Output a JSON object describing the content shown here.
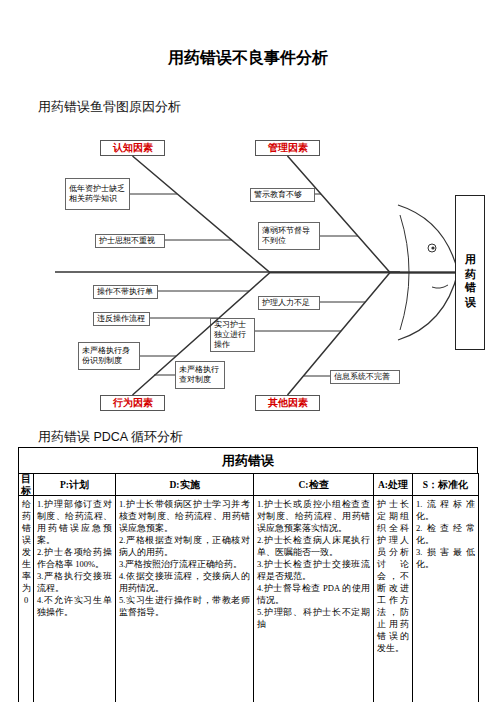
{
  "diagram": {
    "title": "用药错误不良事件分析",
    "nodes": [
      {
        "text": [
          "认知因素"
        ]
      },
      {
        "text": [
          "管理因素"
        ]
      },
      {
        "text": [
          "低年资护士缺乏相关药学知识"
        ]
      },
      {
        "text": [
          "警示教育不够"
        ]
      },
      {
        "text": [
          "护士思想不重视"
        ]
      },
      {
        "text": [
          "薄弱环节督导不到位"
        ]
      },
      {
        "text": [
          "操作不带执行单"
        ]
      },
      {
        "text": [
          "违反操作流程"
        ]
      },
      {
        "text": [
          "护理人力不足"
        ]
      },
      {
        "text": [
          "实习护士独立进行操作"
        ]
      },
      {
        "text": [
          "未严格执行身份识别制度"
        ]
      },
      {
        "text": [
          "未严格执行查对制度"
        ]
      },
      {
        "text": [
          "信息系统不完善"
        ]
      },
      {
        "text": [
          "行为因素"
        ]
      },
      {
        "text": [
          "其他因素"
        ]
      },
      {
        "text": [
          "用药错误"
        ]
      }
    ],
    "edges": [
      {
        "from": 0,
        "to": 15,
        "arrow": "none"
      },
      {
        "from": 1,
        "to": 15,
        "arrow": "none"
      },
      {
        "from": 13,
        "to": 15,
        "arrow": "none"
      },
      {
        "from": 14,
        "to": 15,
        "arrow": "none"
      }
    ],
    "labels": [
      "用药错误鱼骨图原因分析",
      "用药错误 PDCA 循环分析",
      "用药错误",
      "目标",
      "P:计划",
      "D:实施",
      "C:检查",
      "A:处理",
      "S：标准化",
      "给药错误发生率为0",
      "1.护理部修订查对制度、给药流程、用药错误应急预案。",
      "2.护士各项给药操作合格率 100%。",
      "3.严格执行交接班流程。",
      "4.不允许实习生单独操作。",
      "1.护士长带领病区护士学习并考核查对制度、给药流程、用药错误应急预案。",
      "2.严格根据查对制度，正确核对病人的用药。",
      "3.严格按照治疗流程正确给药。",
      "4.依据交接班流程，交接病人的用药情况。",
      "5.实习生进行操作时，带教老师监督指导。",
      "1.护士长或质控小组检查查对制度、给药流程、用药错误应急预案落实情况。",
      "2.护士长检查病人床尾执行单、医嘱能否一致。",
      "3.护士长检查护士交接班流程是否规范。",
      "4.护士督导检查 PDA 的使用情况。",
      "5.护理部、科护士长不定期抽",
      "护士长定期组织全科护理人员分析讨论会，不断改进工作方法，防止用药错误的发生。",
      "1.流程标准化。",
      "2.检查经常化。",
      "3.损害最低化。"
    ]
  }
}
